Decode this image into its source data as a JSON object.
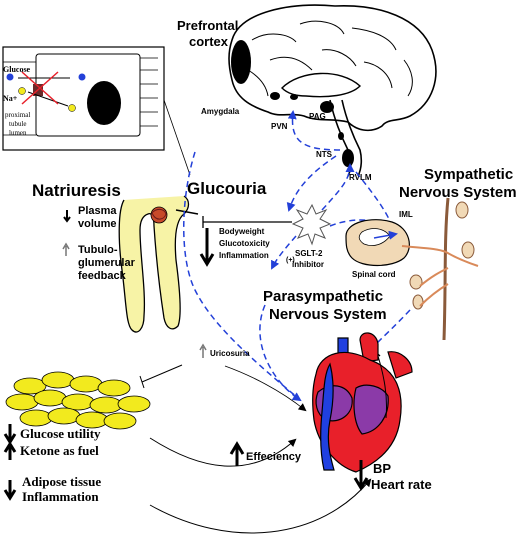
{
  "diagram": {
    "cell": {
      "glucose": "Glucose",
      "na": "Na+",
      "lumen_1": "proximal",
      "lumen_2": "tubule",
      "lumen_3": "lumen"
    },
    "brain": {
      "prefrontal_1": "Prefrontal",
      "prefrontal_2": "cortex",
      "amygdala": "Amygdala",
      "pvn": "PVN",
      "pag": "PAG",
      "nts": "NTS",
      "rvlm": "RVLM"
    },
    "natriuresis": {
      "title": "Natriuresis",
      "item1_1": "Plasma",
      "item1_2": "volume",
      "item2_1": "Tubulo-",
      "item2_2": "glumerular",
      "item2_3": "feedback"
    },
    "glucouria": {
      "title": "Glucouria",
      "item1": "Bodyweight",
      "item2": "Glucotoxicity",
      "item3": "Inflammation"
    },
    "inhibitor_1": "SGLT-2",
    "inhibitor_2": "inhibitor",
    "plus_sign": "(+)",
    "sympathetic_1": "Sympathetic",
    "sympathetic_2": "Nervous System",
    "iml": "IML",
    "spinal_cord": "Spinal cord",
    "parasympathetic_1": "Parasympathetic",
    "parasympathetic_2": "Nervous System",
    "uricosuria": "Uricosuria",
    "adipose": {
      "glucose_utility": "Glucose utility",
      "ketone": "Ketone as fuel",
      "adipose_1": "Adipose tissue",
      "adipose_2": "Inflammation"
    },
    "efficiency": "Effeciency",
    "bp": "BP",
    "heart_rate": "Heart rate"
  },
  "colors": {
    "blue_dash": "#2340d8",
    "kidney_yellow": "#f7f3a6",
    "adipose_yellow": "#f2ea1e",
    "heart_red": "#e8202a",
    "heart_blue": "#2040e0",
    "heart_purple": "#8b3aa8",
    "cord_orange": "#d98a5a",
    "ganglia_tan": "#f1d9b6"
  }
}
